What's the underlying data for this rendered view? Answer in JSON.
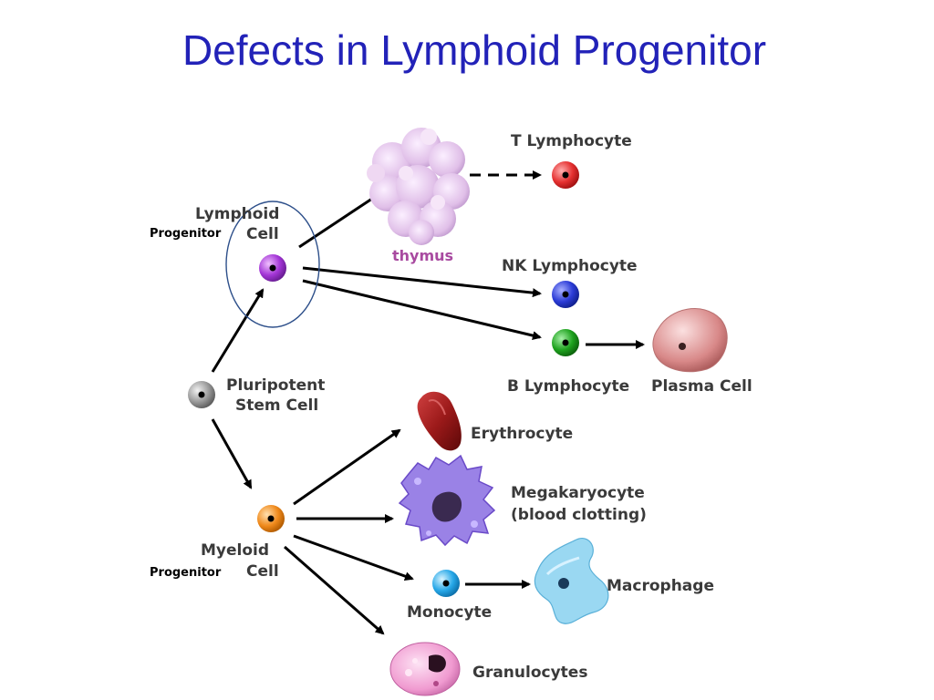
{
  "title": "Defects in Lymphoid Progenitor",
  "labels": {
    "t_lymphocyte": "T Lymphocyte",
    "thymus": "thymus",
    "lymphoid_line1": "Lymphoid",
    "lymphoid_line2": "Cell",
    "progenitor_lymphoid": "Progenitor",
    "nk_lymphocyte": "NK Lymphocyte",
    "b_lymphocyte": "B Lymphocyte",
    "plasma_cell": "Plasma Cell",
    "pluripotent_line1": "Pluripotent",
    "pluripotent_line2": "Stem Cell",
    "erythrocyte": "Erythrocyte",
    "megakaryocyte_line1": "Megakaryocyte",
    "megakaryocyte_line2": "(blood clotting)",
    "myeloid_line1": "Myeloid",
    "myeloid_line2": "Cell",
    "progenitor_myeloid": "Progenitor",
    "monocyte": "Monocyte",
    "macrophage": "Macrophage",
    "granulocytes": "Granulocytes"
  },
  "colors": {
    "title": "#2222b8",
    "t_cell": "#e53030",
    "nk_cell": "#2b3bd6",
    "b_cell": "#1ea21e",
    "lymphoid_cell": "#a335d6",
    "stem_cell": "#9a9a9a",
    "myeloid_cell": "#f08a1c",
    "monocyte": "#27a8e8",
    "erythrocyte": "#9c1a1a",
    "megakaryocyte": "#8a6ae0",
    "macrophage": "#8fd6f0",
    "granulocyte": "#f09ad0",
    "plasma_cell": "#d88888",
    "thymus": "#e0bfe8",
    "highlight_ellipse": "#2d4f8a"
  }
}
